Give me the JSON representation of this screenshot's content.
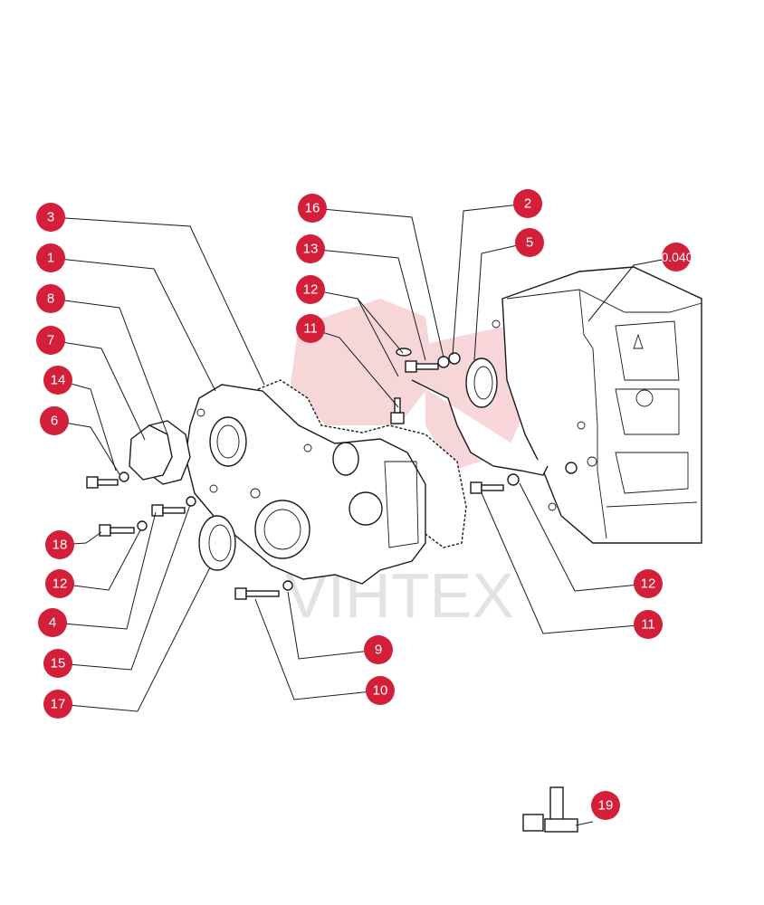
{
  "colors": {
    "callout": "#d31f3a",
    "line": "#1a1a1a",
    "watermark_logo": "#f2b5b9",
    "watermark_text": "#cfcfcf"
  },
  "watermark": {
    "text": "VIHTEX"
  },
  "reference_code": "0.040",
  "callouts": [
    {
      "id": "c3",
      "label": "3"
    },
    {
      "id": "c1",
      "label": "1"
    },
    {
      "id": "c8",
      "label": "8"
    },
    {
      "id": "c7",
      "label": "7"
    },
    {
      "id": "c14",
      "label": "14"
    },
    {
      "id": "c6",
      "label": "6"
    },
    {
      "id": "c18",
      "label": "18"
    },
    {
      "id": "c12a",
      "label": "12"
    },
    {
      "id": "c4",
      "label": "4"
    },
    {
      "id": "c15",
      "label": "15"
    },
    {
      "id": "c17",
      "label": "17"
    },
    {
      "id": "c16",
      "label": "16"
    },
    {
      "id": "c13",
      "label": "13"
    },
    {
      "id": "c12b",
      "label": "12"
    },
    {
      "id": "c11a",
      "label": "11"
    },
    {
      "id": "c2",
      "label": "2"
    },
    {
      "id": "c5",
      "label": "5"
    },
    {
      "id": "c12c",
      "label": "12"
    },
    {
      "id": "c11b",
      "label": "11"
    },
    {
      "id": "c9",
      "label": "9"
    },
    {
      "id": "c10",
      "label": "10"
    },
    {
      "id": "c19",
      "label": "19"
    }
  ]
}
